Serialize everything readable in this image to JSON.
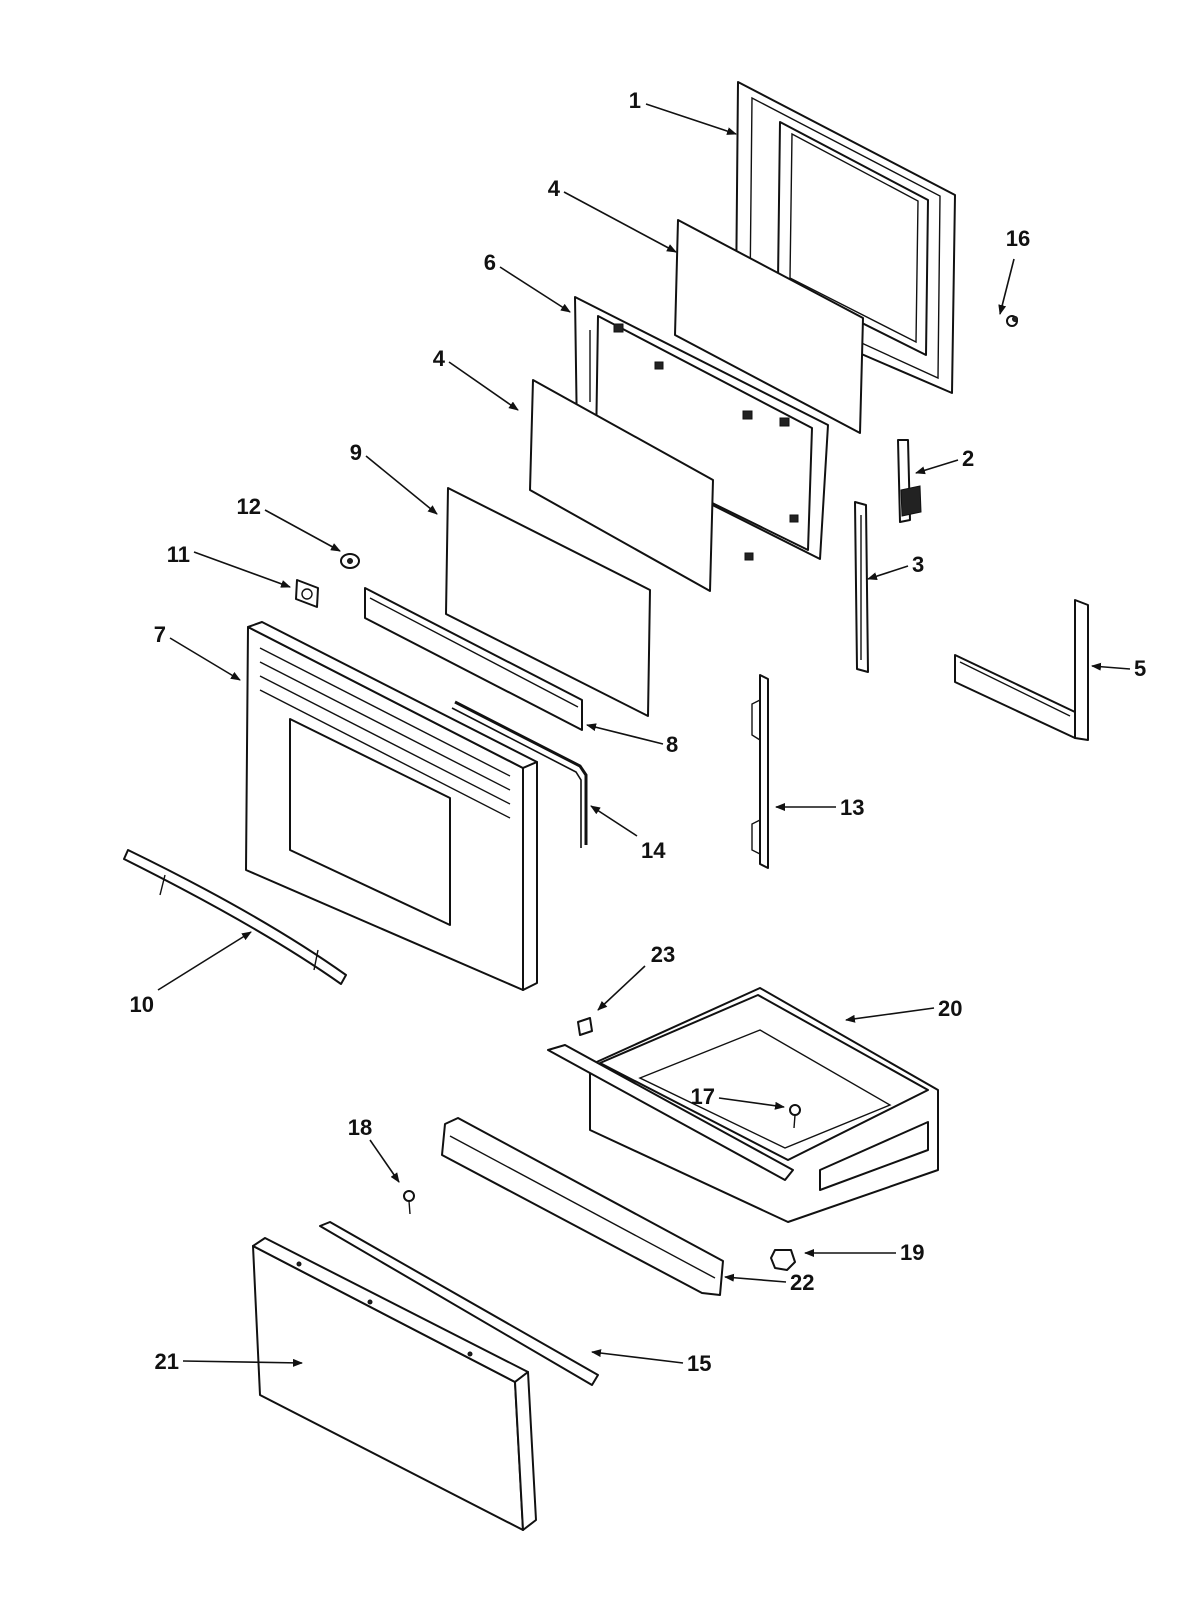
{
  "diagram": {
    "callouts": [
      {
        "id": "c1",
        "label": "1"
      },
      {
        "id": "c2",
        "label": "2"
      },
      {
        "id": "c3",
        "label": "3"
      },
      {
        "id": "c4a",
        "label": "4"
      },
      {
        "id": "c4b",
        "label": "4"
      },
      {
        "id": "c5",
        "label": "5"
      },
      {
        "id": "c6",
        "label": "6"
      },
      {
        "id": "c7",
        "label": "7"
      },
      {
        "id": "c8",
        "label": "8"
      },
      {
        "id": "c9",
        "label": "9"
      },
      {
        "id": "c10",
        "label": "10"
      },
      {
        "id": "c11",
        "label": "11"
      },
      {
        "id": "c12",
        "label": "12"
      },
      {
        "id": "c13",
        "label": "13"
      },
      {
        "id": "c14",
        "label": "14"
      },
      {
        "id": "c15",
        "label": "15"
      },
      {
        "id": "c16",
        "label": "16"
      },
      {
        "id": "c17",
        "label": "17"
      },
      {
        "id": "c18",
        "label": "18"
      },
      {
        "id": "c19",
        "label": "19"
      },
      {
        "id": "c20",
        "label": "20"
      },
      {
        "id": "c21",
        "label": "21"
      },
      {
        "id": "c22",
        "label": "22"
      },
      {
        "id": "c23",
        "label": "23"
      }
    ]
  }
}
